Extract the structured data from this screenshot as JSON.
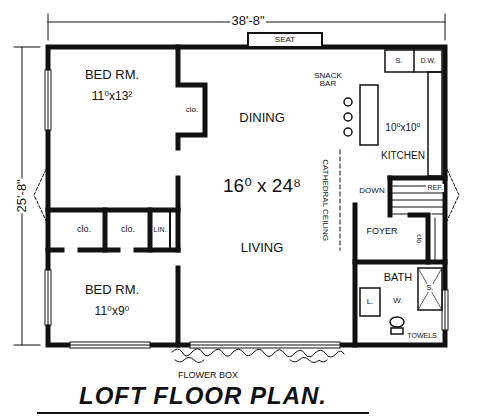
{
  "diagram": {
    "title": "LOFT FLOOR PLAN.",
    "labels": [
      "38'-8\"",
      "25'-8\"",
      "SEAT",
      "BED RM.",
      "11⁰x13²",
      "clo.",
      "DINING",
      "SNACK BAR",
      "S.",
      "D.W.",
      "10⁰x10⁰",
      "KITCHEN",
      "REF.",
      "16⁰ x 24⁸",
      "CATHEDRAL CEILING",
      "DOWN",
      "LIVING",
      "clo.",
      "clo.",
      "LIN.",
      "FOYER",
      "clo.",
      "BATH",
      "L.",
      "W.",
      "S.",
      "TOWELS",
      "BED RM.",
      "11⁰x9⁰",
      "FLOWER BOX"
    ]
  }
}
